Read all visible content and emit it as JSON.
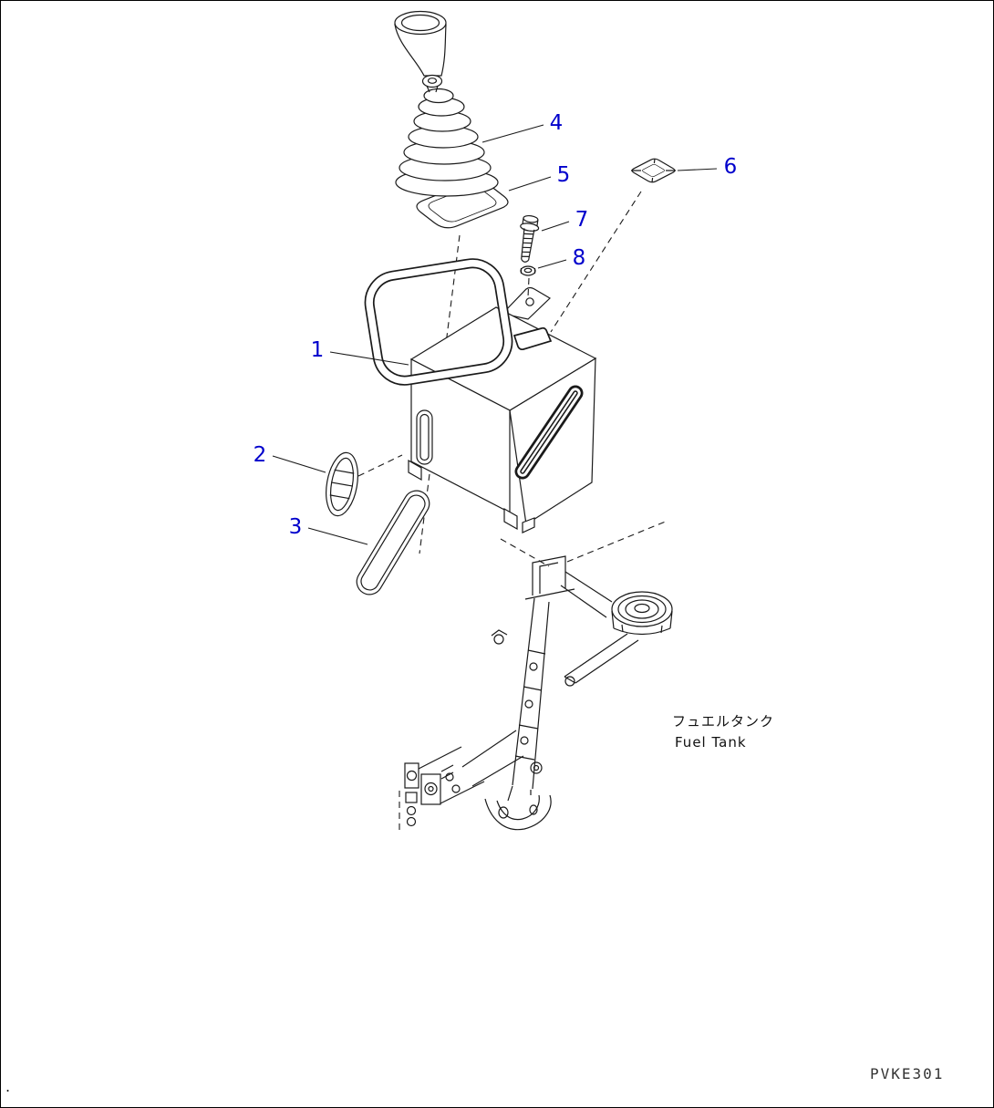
{
  "diagram": {
    "colors": {
      "callout": "#0000cc",
      "line": "#1a1a1a",
      "background": "#ffffff",
      "border": "#000000"
    },
    "callouts": [
      {
        "num": "1"
      },
      {
        "num": "2"
      },
      {
        "num": "3"
      },
      {
        "num": "4"
      },
      {
        "num": "5"
      },
      {
        "num": "6"
      },
      {
        "num": "7"
      },
      {
        "num": "8"
      }
    ],
    "labels": {
      "fuel_tank_jp": "フュエルタンク",
      "fuel_tank_en": "Fuel Tank",
      "drawing_code": "PVKE301",
      "corner_mark": "."
    }
  }
}
